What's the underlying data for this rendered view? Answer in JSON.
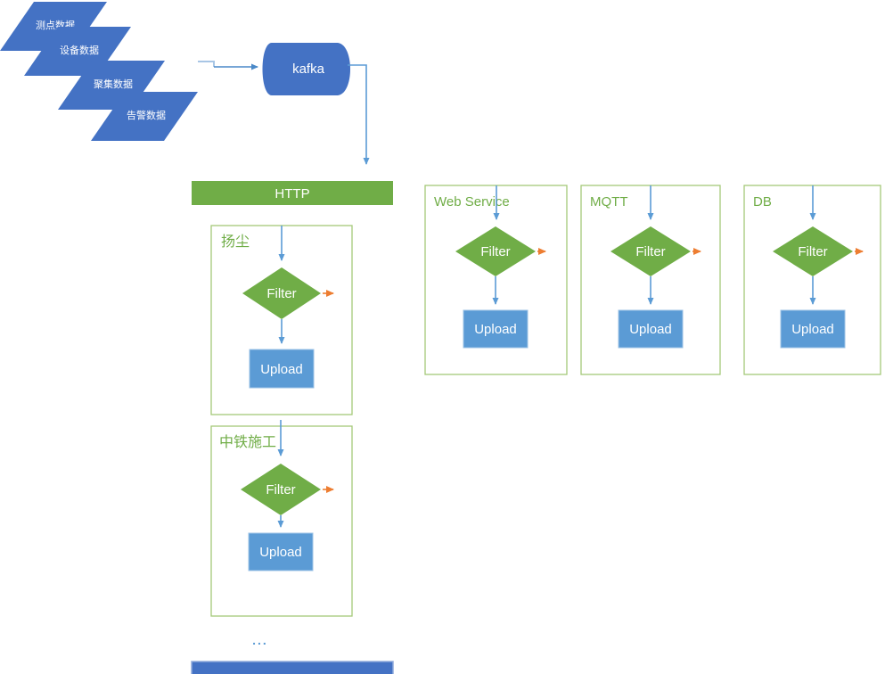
{
  "sources": [
    {
      "label": "测点数据"
    },
    {
      "label": "设备数据"
    },
    {
      "label": "聚集数据"
    },
    {
      "label": "告警数据"
    }
  ],
  "queue": {
    "label": "kafka"
  },
  "http_bar": {
    "label": "HTTP"
  },
  "channels": [
    {
      "title": "扬尘",
      "filter": "Filter",
      "upload": "Upload"
    },
    {
      "title": "中铁施工",
      "filter": "Filter",
      "upload": "Upload"
    },
    {
      "title": "Web Service",
      "filter": "Filter",
      "upload": "Upload"
    },
    {
      "title": "MQTT",
      "filter": "Filter",
      "upload": "Upload"
    },
    {
      "title": "DB",
      "filter": "Filter",
      "upload": "Upload"
    }
  ],
  "ellipsis": "...",
  "colors": {
    "primary_blue": "#4472C4",
    "light_blue": "#5B9BD5",
    "upload_border": "#9DC3E6",
    "green": "#70AD47",
    "box_border": "#A5C878",
    "orange": "#ED7D31",
    "connector_light": "#A8C6E5",
    "bottom_bar_border": "#8FAADC"
  }
}
